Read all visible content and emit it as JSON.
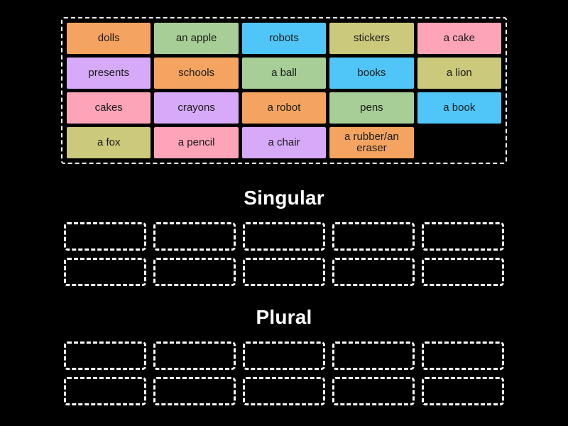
{
  "activity": {
    "type": "group-sort",
    "background_color": "#000000"
  },
  "palette": {
    "orange": "#F4A460",
    "green": "#A6CE96",
    "blue": "#4FC6F7",
    "khaki": "#CBC97B",
    "pink": "#FDA4B8",
    "purple": "#D7A9F9",
    "border": "#FFFFFF",
    "text": "#1A1A1A",
    "title_text": "#FFFFFF"
  },
  "word_bank": {
    "name": "word-bank",
    "rows": [
      [
        {
          "label": "dolls",
          "color": "#F4A460"
        },
        {
          "label": "an apple",
          "color": "#A6CE96"
        },
        {
          "label": "robots",
          "color": "#4FC6F7"
        },
        {
          "label": "stickers",
          "color": "#CBC97B"
        },
        {
          "label": "a cake",
          "color": "#FDA4B8"
        }
      ],
      [
        {
          "label": "presents",
          "color": "#D7A9F9"
        },
        {
          "label": "schools",
          "color": "#F4A460"
        },
        {
          "label": "a ball",
          "color": "#A6CE96"
        },
        {
          "label": "books",
          "color": "#4FC6F7"
        },
        {
          "label": "a lion",
          "color": "#CBC97B"
        }
      ],
      [
        {
          "label": "cakes",
          "color": "#FDA4B8"
        },
        {
          "label": "crayons",
          "color": "#D7A9F9"
        },
        {
          "label": "a robot",
          "color": "#F4A460"
        },
        {
          "label": "pens",
          "color": "#A6CE96"
        },
        {
          "label": "a book",
          "color": "#4FC6F7"
        }
      ],
      [
        {
          "label": "a fox",
          "color": "#CBC97B"
        },
        {
          "label": "a pencil",
          "color": "#FDA4B8"
        },
        {
          "label": "a chair",
          "color": "#D7A9F9"
        },
        {
          "label": "a rubber/an eraser",
          "color": "#F4A460"
        },
        {
          "label": "",
          "color": "",
          "empty": true
        }
      ]
    ]
  },
  "categories": [
    {
      "title": "Singular",
      "slot_rows": 2,
      "slots_per_row": 5,
      "slots": [
        [
          "",
          "",
          "",
          "",
          ""
        ],
        [
          "",
          "",
          "",
          "",
          ""
        ]
      ]
    },
    {
      "title": "Plural",
      "slot_rows": 2,
      "slots_per_row": 5,
      "slots": [
        [
          "",
          "",
          "",
          "",
          ""
        ],
        [
          "",
          "",
          "",
          "",
          ""
        ]
      ]
    }
  ]
}
